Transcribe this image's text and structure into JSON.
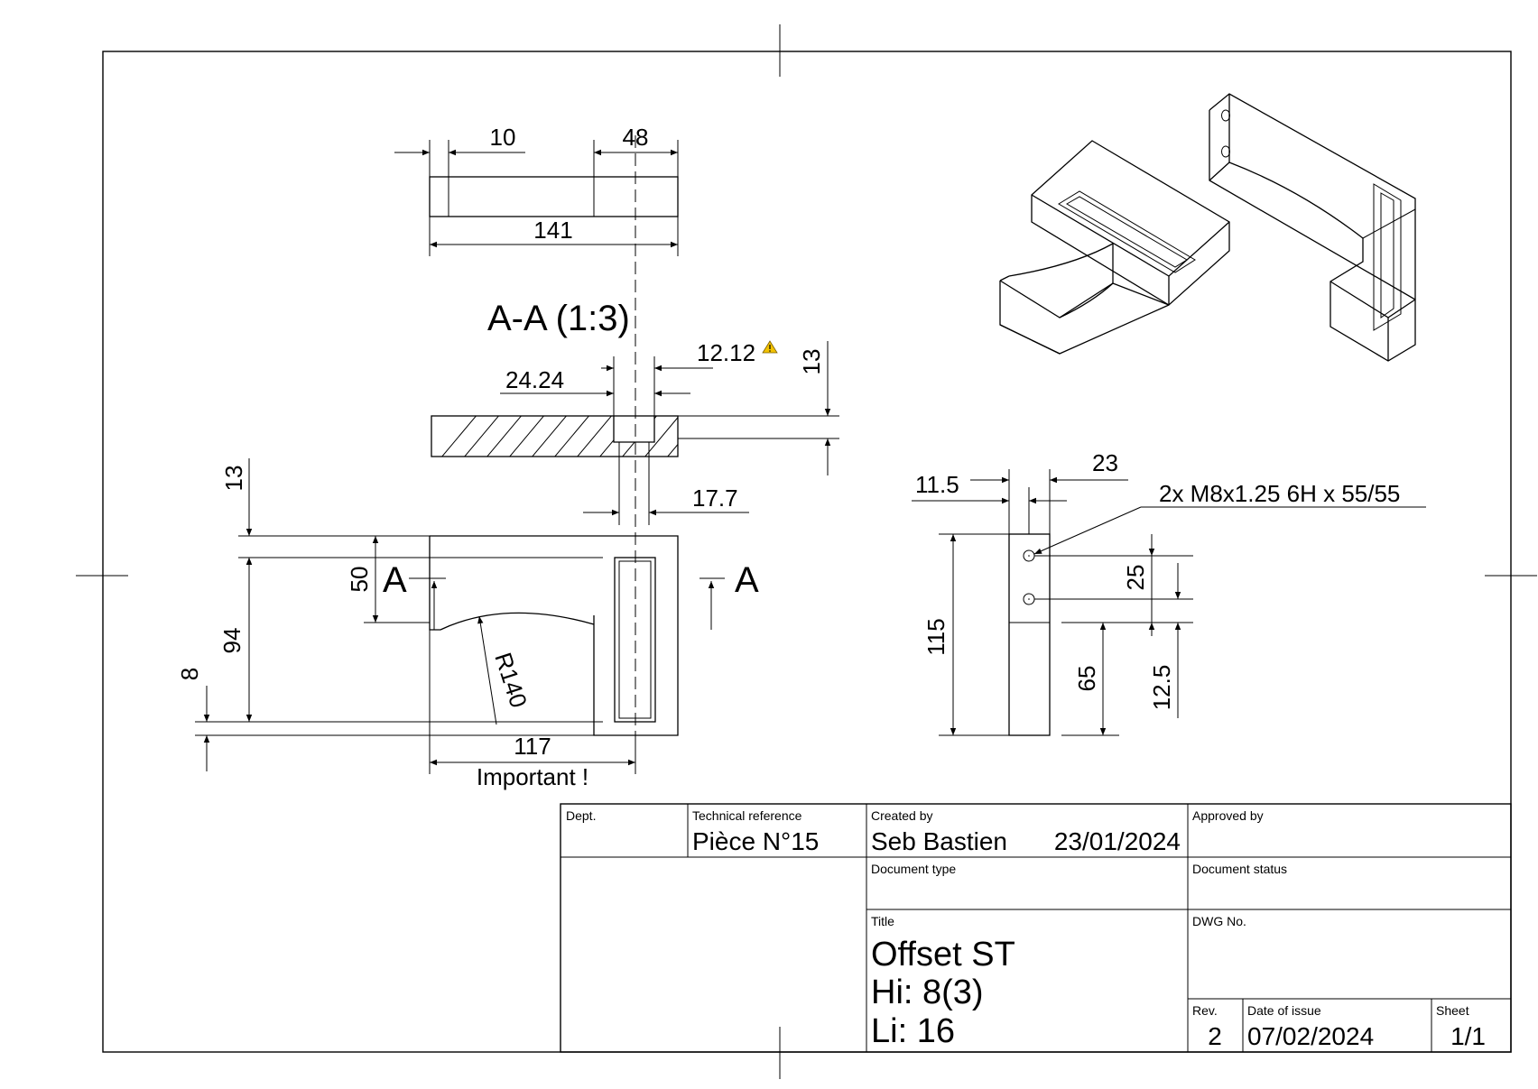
{
  "dimensions": {
    "top_view": {
      "d10": "10",
      "d48": "48",
      "d141": "141"
    },
    "section": {
      "label": "A-A (1:3)",
      "d12_12": "12.12",
      "d24_24": "24.24",
      "d13": "13",
      "d17_7": "17.7"
    },
    "front_view": {
      "d13": "13",
      "d50": "50",
      "d94": "94",
      "d8": "8",
      "r140": "R140",
      "d117": "117",
      "note": "Important !",
      "cut_a_left": "A",
      "cut_a_right": "A"
    },
    "side_view": {
      "d23": "23",
      "d11_5": "11.5",
      "thread": "2x M8x1.25 6H x 55/55",
      "d115": "115",
      "d25": "25",
      "d65": "65",
      "d12_5": "12.5"
    }
  },
  "title_block": {
    "dept_label": "Dept.",
    "techref_label": "Technical reference",
    "techref_value": "Pièce N°15",
    "created_label": "Created by",
    "created_value": "Seb Bastien",
    "created_date": "23/01/2024",
    "approved_label": "Approved by",
    "doctype_label": "Document type",
    "docstatus_label": "Document status",
    "title_label": "Title",
    "title_line1": "Offset ST",
    "title_line2": "Hi: 8(3)",
    "title_line3": "Li: 16",
    "dwg_label": "DWG No.",
    "rev_label": "Rev.",
    "rev_value": "2",
    "issue_label": "Date of issue",
    "issue_value": "07/02/2024",
    "sheet_label": "Sheet",
    "sheet_value": "1/1"
  },
  "colors": {
    "warning": "#f2c200"
  }
}
